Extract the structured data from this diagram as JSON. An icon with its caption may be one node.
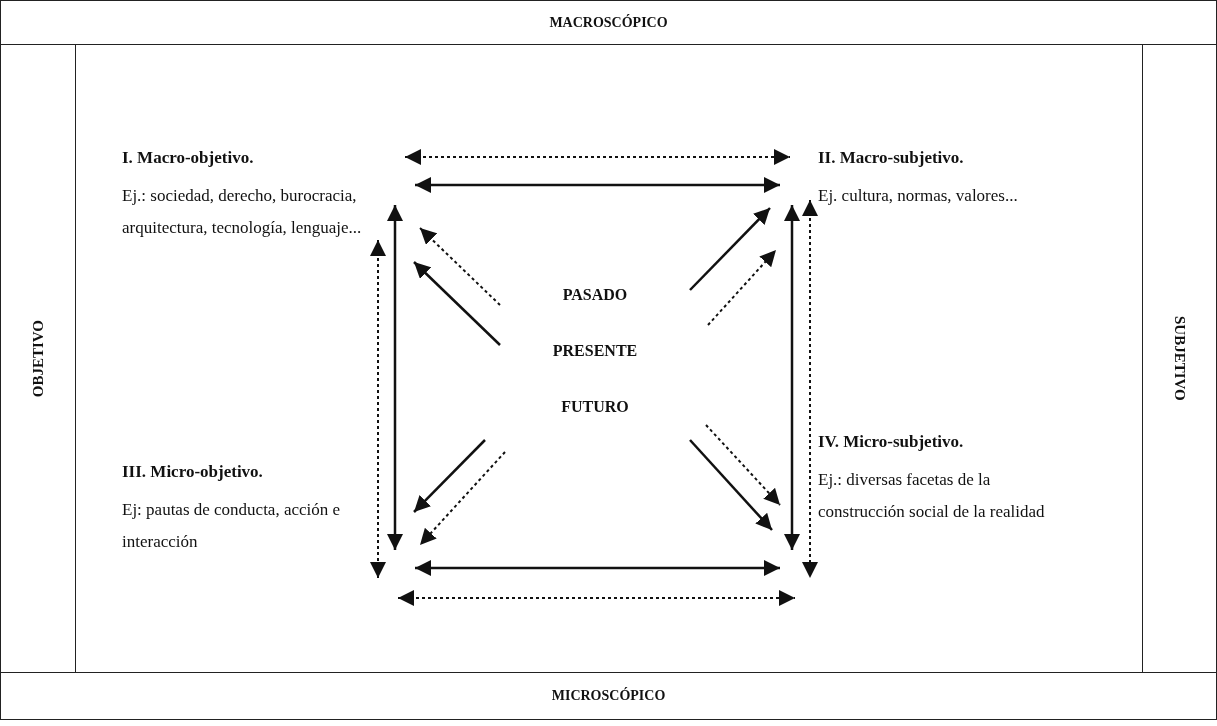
{
  "diagram": {
    "nodes": [
      {
        "text": [
          "MACROSCÓPICO"
        ]
      },
      {
        "text": [
          "OBJETIVO"
        ]
      },
      {
        "text": [
          "SUBJETIVO"
        ]
      },
      {
        "text": [
          "I. Macro-objetivo.",
          "Ej.: sociedad, derecho, burocracia, arquitectura, tecnología, lenguaje..."
        ]
      },
      {
        "text": [
          "II. Macro-subjetivo.",
          "Ej. cultura, normas, valores..."
        ]
      },
      {
        "text": [
          "PASADO",
          "PRESENTE",
          "FUTURO"
        ]
      },
      {
        "text": [
          "III. Micro-objetivo.",
          "Ej: pautas de conducta, acción e interacción"
        ]
      },
      {
        "text": [
          "IV. Micro-subjetivo.",
          "Ej.: diversas facetas de la construcción social de la realidad"
        ]
      },
      {
        "text": [
          "MICROSCÓPICO"
        ]
      }
    ],
    "edges": [
      {
        "from": 3,
        "to": 4,
        "arrow": "both",
        "style": "dashed"
      },
      {
        "from": 3,
        "to": 4,
        "arrow": "both"
      },
      {
        "from": 3,
        "to": 6,
        "arrow": "both",
        "style": "dashed"
      },
      {
        "from": 3,
        "to": 6,
        "arrow": "both"
      },
      {
        "from": 4,
        "to": 7,
        "arrow": "both"
      },
      {
        "from": 4,
        "to": 7,
        "arrow": "both",
        "style": "dashed"
      },
      {
        "from": 6,
        "to": 7,
        "arrow": "both"
      },
      {
        "from": 6,
        "to": 7,
        "arrow": "both",
        "style": "dashed"
      },
      {
        "from": 5,
        "to": 3,
        "arrow": "to"
      },
      {
        "from": 5,
        "to": 3,
        "arrow": "to",
        "style": "dashed"
      },
      {
        "from": 5,
        "to": 4,
        "arrow": "to"
      },
      {
        "from": 5,
        "to": 4,
        "arrow": "to",
        "style": "dashed"
      },
      {
        "from": 5,
        "to": 6,
        "arrow": "to"
      },
      {
        "from": 5,
        "to": 6,
        "arrow": "to",
        "style": "dashed"
      },
      {
        "from": 5,
        "to": 7,
        "arrow": "to"
      },
      {
        "from": 5,
        "to": 7,
        "arrow": "to",
        "style": "dashed"
      }
    ]
  }
}
